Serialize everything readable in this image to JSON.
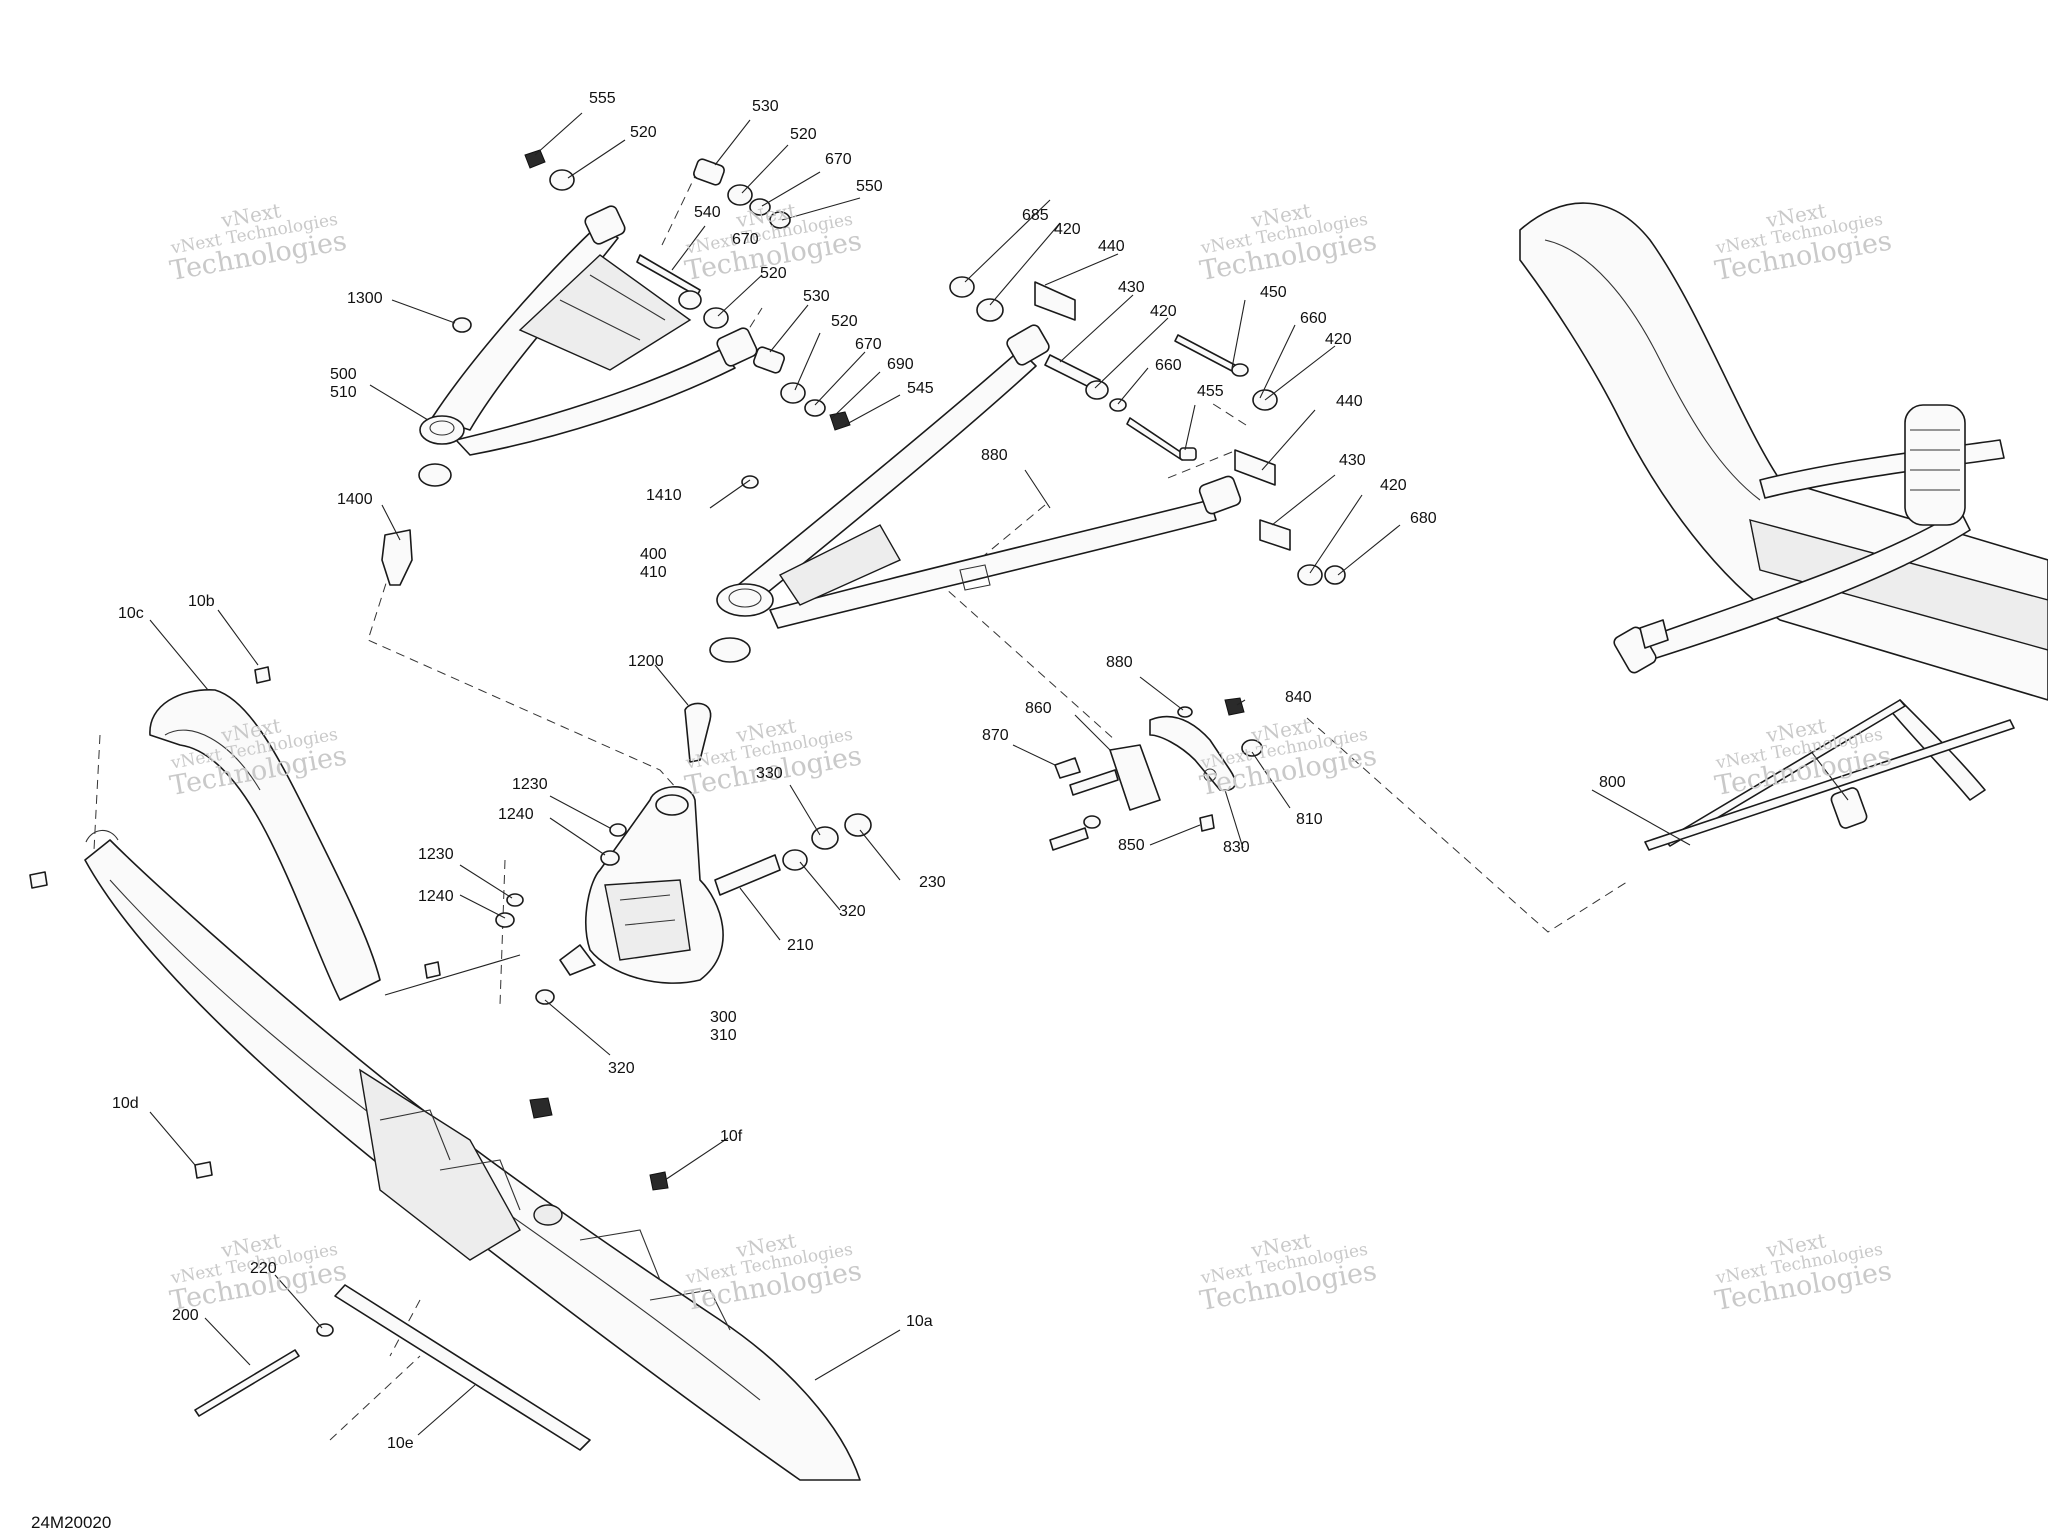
{
  "drawing_code": "24M20020",
  "watermark": {
    "line1": "vNext",
    "line2": "vNext Technologies",
    "line3": "Technologies"
  },
  "callouts": [
    {
      "id": "c555",
      "text": "555"
    },
    {
      "id": "c520a",
      "text": "520"
    },
    {
      "id": "c530a",
      "text": "530"
    },
    {
      "id": "c520b",
      "text": "520"
    },
    {
      "id": "c670a",
      "text": "670"
    },
    {
      "id": "c550",
      "text": "550"
    },
    {
      "id": "c540",
      "text": "540"
    },
    {
      "id": "c670b",
      "text": "670"
    },
    {
      "id": "c520c",
      "text": "520"
    },
    {
      "id": "c1300",
      "text": "1300"
    },
    {
      "id": "c530b",
      "text": "530"
    },
    {
      "id": "c520d",
      "text": "520"
    },
    {
      "id": "c670c",
      "text": "670"
    },
    {
      "id": "c690",
      "text": "690"
    },
    {
      "id": "c545",
      "text": "545"
    },
    {
      "id": "c500",
      "text": "500\n510"
    },
    {
      "id": "c1400",
      "text": "1400"
    },
    {
      "id": "c685",
      "text": "685"
    },
    {
      "id": "c420a",
      "text": "420"
    },
    {
      "id": "c440a",
      "text": "440"
    },
    {
      "id": "c430a",
      "text": "430"
    },
    {
      "id": "c420b",
      "text": "420"
    },
    {
      "id": "c450",
      "text": "450"
    },
    {
      "id": "c660a",
      "text": "660"
    },
    {
      "id": "c420c",
      "text": "420"
    },
    {
      "id": "c660b",
      "text": "660"
    },
    {
      "id": "c455",
      "text": "455"
    },
    {
      "id": "c880a",
      "text": "880"
    },
    {
      "id": "c440b",
      "text": "440"
    },
    {
      "id": "c1410",
      "text": "1410"
    },
    {
      "id": "c430b",
      "text": "430"
    },
    {
      "id": "c420d",
      "text": "420"
    },
    {
      "id": "c680",
      "text": "680"
    },
    {
      "id": "c400",
      "text": "400\n410"
    },
    {
      "id": "c10c",
      "text": "10c"
    },
    {
      "id": "c10b",
      "text": "10b"
    },
    {
      "id": "c1200",
      "text": "1200"
    },
    {
      "id": "c880b",
      "text": "880"
    },
    {
      "id": "c840",
      "text": "840"
    },
    {
      "id": "c860",
      "text": "860"
    },
    {
      "id": "c870",
      "text": "870"
    },
    {
      "id": "c330",
      "text": "330"
    },
    {
      "id": "c1230a",
      "text": "1230"
    },
    {
      "id": "c1240a",
      "text": "1240"
    },
    {
      "id": "c810",
      "text": "810"
    },
    {
      "id": "c850",
      "text": "850"
    },
    {
      "id": "c830",
      "text": "830"
    },
    {
      "id": "c800",
      "text": "800"
    },
    {
      "id": "c230",
      "text": "230"
    },
    {
      "id": "c1230b",
      "text": "1230"
    },
    {
      "id": "c320a",
      "text": "320"
    },
    {
      "id": "c1240b",
      "text": "1240"
    },
    {
      "id": "c210",
      "text": "210"
    },
    {
      "id": "c300",
      "text": "300\n310"
    },
    {
      "id": "c320b",
      "text": "320"
    },
    {
      "id": "c10d",
      "text": "10d"
    },
    {
      "id": "c10f",
      "text": "10f"
    },
    {
      "id": "c220",
      "text": "220"
    },
    {
      "id": "c200",
      "text": "200"
    },
    {
      "id": "c10a",
      "text": "10a"
    },
    {
      "id": "c10e",
      "text": "10e"
    }
  ]
}
